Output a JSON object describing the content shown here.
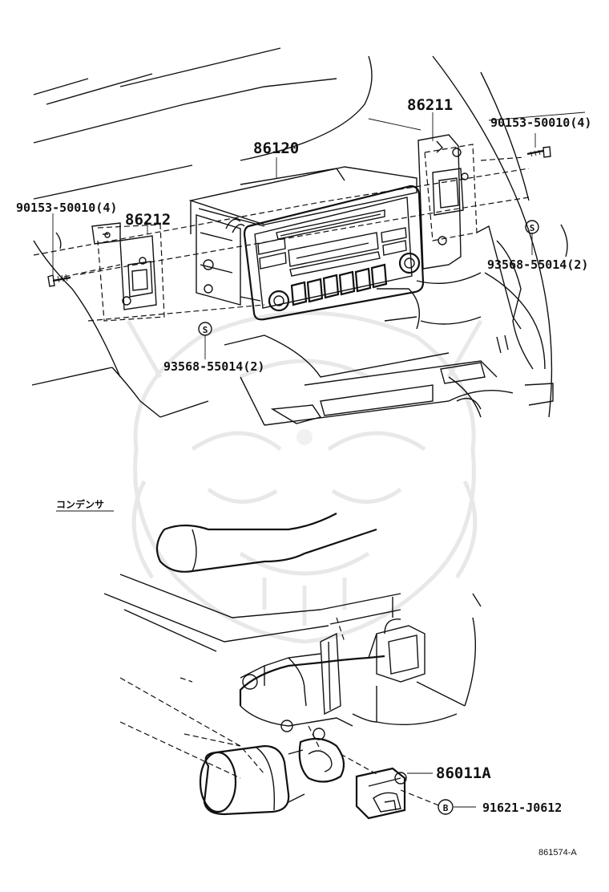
{
  "parts": {
    "p86211": "86211",
    "p86120": "86120",
    "p90153_left": "90153-50010(4)",
    "p90153_right": "90153-50010(4)",
    "p86212": "86212",
    "p93568_right": "93568-55014(2)",
    "p93568_left": "93568-55014(2)",
    "p86011A": "86011A",
    "p91621": "91621-J0612"
  },
  "symbols": {
    "screw_marker": "S",
    "bolt_marker": "B"
  },
  "section_label": "コンデンサ",
  "figure_number": "861574-A"
}
